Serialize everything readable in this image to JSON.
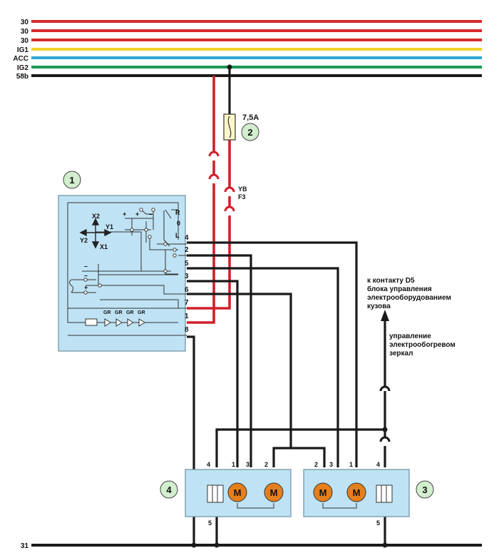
{
  "buses": [
    {
      "label": "30",
      "color": "#d52b2b"
    },
    {
      "label": "30",
      "color": "#d52b2b"
    },
    {
      "label": "30",
      "color": "#d52b2b"
    },
    {
      "label": "IG1",
      "color": "#f2d22b"
    },
    {
      "label": "ACC",
      "color": "#2fa6d9"
    },
    {
      "label": "IG2",
      "color": "#1d9a55"
    },
    {
      "label": "58b",
      "color": "#1a1a1a"
    }
  ],
  "ground_label": "31",
  "fuse": {
    "rating": "7,5A",
    "location_1": "YB",
    "location_2": "F3"
  },
  "components": {
    "switch": "1",
    "fuse_marker": "2",
    "right_mirror": "3",
    "left_mirror": "4"
  },
  "switch_pins": [
    "4",
    "2",
    "5",
    "3",
    "6",
    "7",
    "1",
    "8"
  ],
  "switch_labels": {
    "x2": "X2",
    "y1": "Y1",
    "y2": "Y2",
    "x1": "X1",
    "r": "R",
    "zero": "0",
    "l": "L",
    "plus_a": "+",
    "minus_a": "–",
    "plus_b": "+",
    "minus_b": "–",
    "minus_c": "–",
    "plus_c": "+",
    "leds": [
      "GR",
      "GR",
      "GR",
      "GR"
    ]
  },
  "left_mirror_pins": {
    "top": [
      "4",
      "1",
      "3",
      "2"
    ],
    "bottom": "5"
  },
  "right_mirror_pins": {
    "top": [
      "2",
      "3",
      "1",
      "4"
    ],
    "bottom": "5"
  },
  "motor_symbol": "M",
  "annotation_bcm": [
    "к контакту D5",
    "блока управления",
    "электрооборудованием",
    "кузова"
  ],
  "annotation_heat": [
    "управление",
    "электрообогревом",
    "зеркал"
  ],
  "colors": {
    "background": "#ffffff",
    "module": "#bfe3f4",
    "motor": "#e57f1c",
    "red_wire": "#d0202a",
    "black_wire": "#1a1a1a"
  }
}
